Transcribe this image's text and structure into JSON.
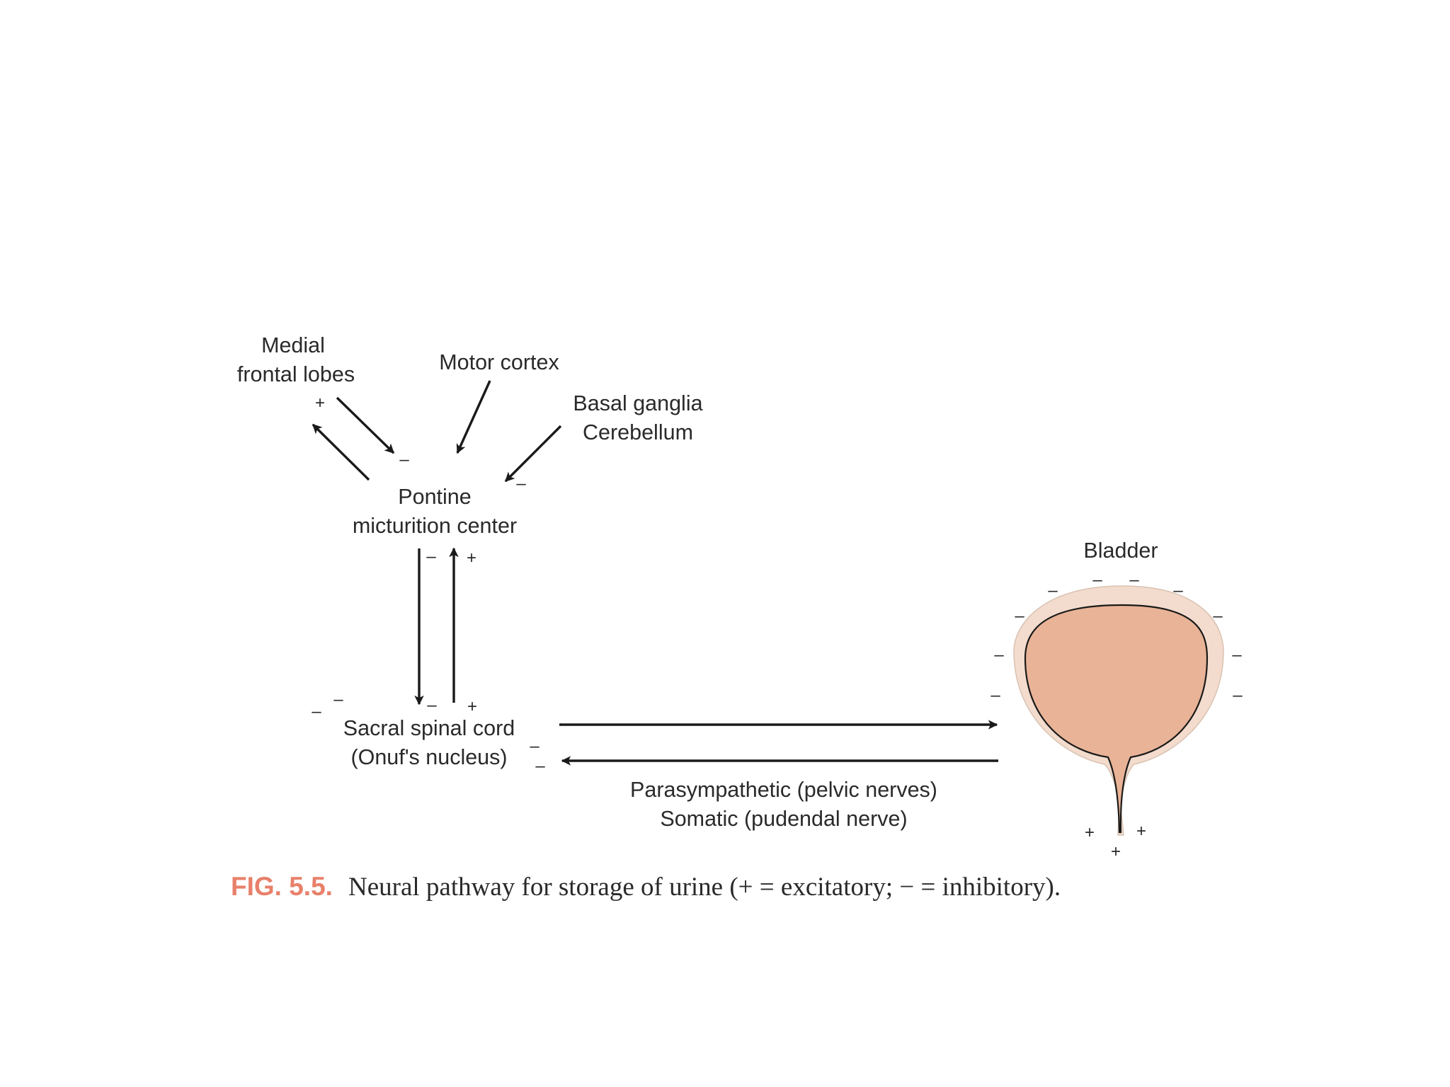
{
  "labels": {
    "medial_frontal": [
      "Medial",
      "frontal lobes"
    ],
    "motor_cortex": "Motor cortex",
    "basal_cerebellum": [
      "Basal ganglia",
      "Cerebellum"
    ],
    "pontine": [
      "Pontine",
      "micturition center"
    ],
    "sacral": [
      "Sacral spinal cord",
      "(Onuf's nucleus)"
    ],
    "bladder": "Bladder",
    "nerves": [
      "Parasympathetic (pelvic nerves)",
      "Somatic (pudendal nerve)"
    ]
  },
  "signs": {
    "plus": "+",
    "minus": "–"
  },
  "caption": {
    "number": "FIG. 5.5.",
    "text": "Neural pathway for storage of urine (+ = excitatory; − = inhibitory)."
  },
  "colors": {
    "bladder_outer": "#f3dccd",
    "bladder_inner": "#e9b397",
    "caption_accent": "#e8806a"
  }
}
